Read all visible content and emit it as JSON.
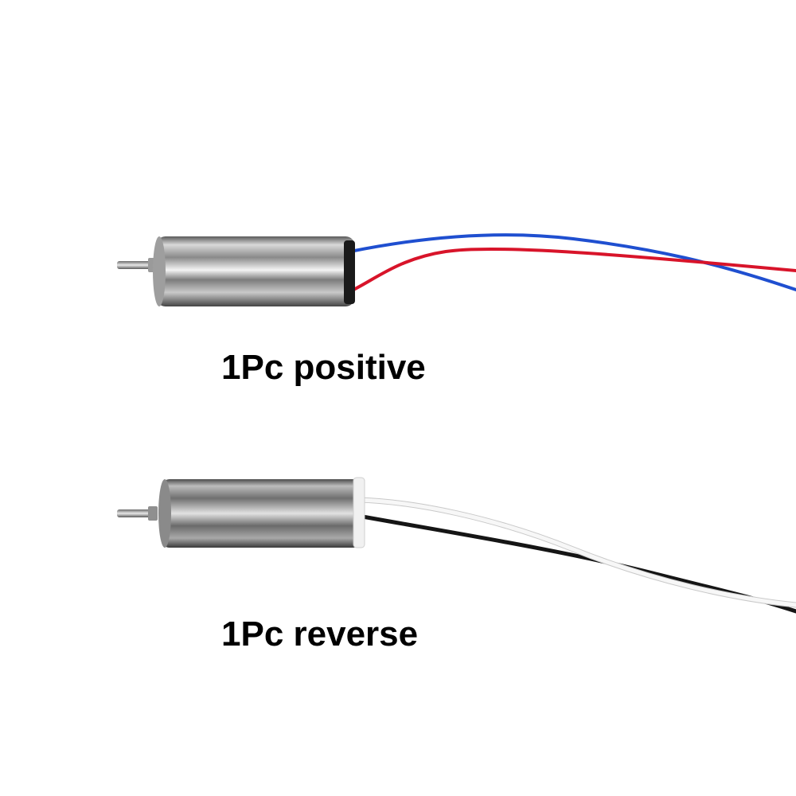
{
  "labels": {
    "positive": "1Pc positive",
    "reverse": "1Pc reverse"
  },
  "motors": [
    {
      "name": "positive",
      "wire_colors": [
        "#1f4fd0",
        "#d8142a"
      ]
    },
    {
      "name": "reverse",
      "wire_colors": [
        "#f4f4f4",
        "#151515"
      ]
    }
  ]
}
